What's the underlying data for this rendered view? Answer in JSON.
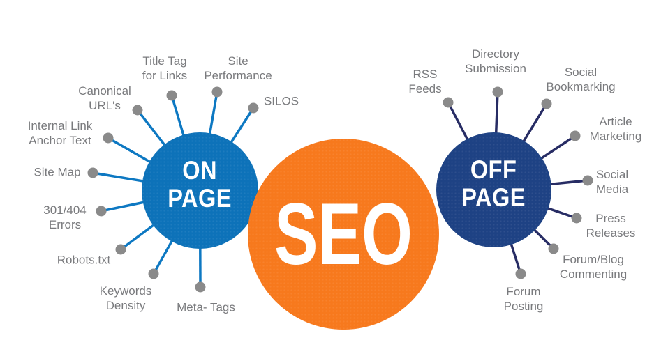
{
  "diagram": {
    "title": "SEO infographic: on-page vs off-page factors",
    "colors": {
      "background": "#ffffff",
      "seo_circle": "#f7791d",
      "on_page_circle": "#0d72b9",
      "off_page_circle": "#1e4284",
      "on_page_line": "#0d78c2",
      "off_page_line": "#272c64",
      "dot": "#8a8a8a",
      "label_text": "#797a7d",
      "circle_text": "#ffffff"
    },
    "center": {
      "label": "SEO"
    },
    "on_page": {
      "line1": "ON",
      "line2": "PAGE",
      "items": [
        {
          "lines": [
            "Title Tag",
            "for Links"
          ]
        },
        {
          "lines": [
            "Site",
            "Performance"
          ]
        },
        {
          "lines": [
            "SILOS"
          ]
        },
        {
          "lines": [
            "Canonical",
            "URL's"
          ]
        },
        {
          "lines": [
            "Internal Link",
            "Anchor Text"
          ]
        },
        {
          "lines": [
            "Site Map"
          ]
        },
        {
          "lines": [
            "301/404",
            "Errors"
          ]
        },
        {
          "lines": [
            "Robots.txt"
          ]
        },
        {
          "lines": [
            "Keywords",
            "Density"
          ]
        },
        {
          "lines": [
            "Meta- Tags"
          ]
        }
      ]
    },
    "off_page": {
      "line1": "OFF",
      "line2": "PAGE",
      "items": [
        {
          "lines": [
            "RSS",
            "Feeds"
          ]
        },
        {
          "lines": [
            "Directory",
            "Submission"
          ]
        },
        {
          "lines": [
            "Social",
            "Bookmarking"
          ]
        },
        {
          "lines": [
            "Article",
            "Marketing"
          ]
        },
        {
          "lines": [
            "Social",
            "Media"
          ]
        },
        {
          "lines": [
            "Press",
            "Releases"
          ]
        },
        {
          "lines": [
            "Forum/Blog",
            "Commenting"
          ]
        },
        {
          "lines": [
            "Forum",
            "Posting"
          ]
        }
      ]
    }
  }
}
